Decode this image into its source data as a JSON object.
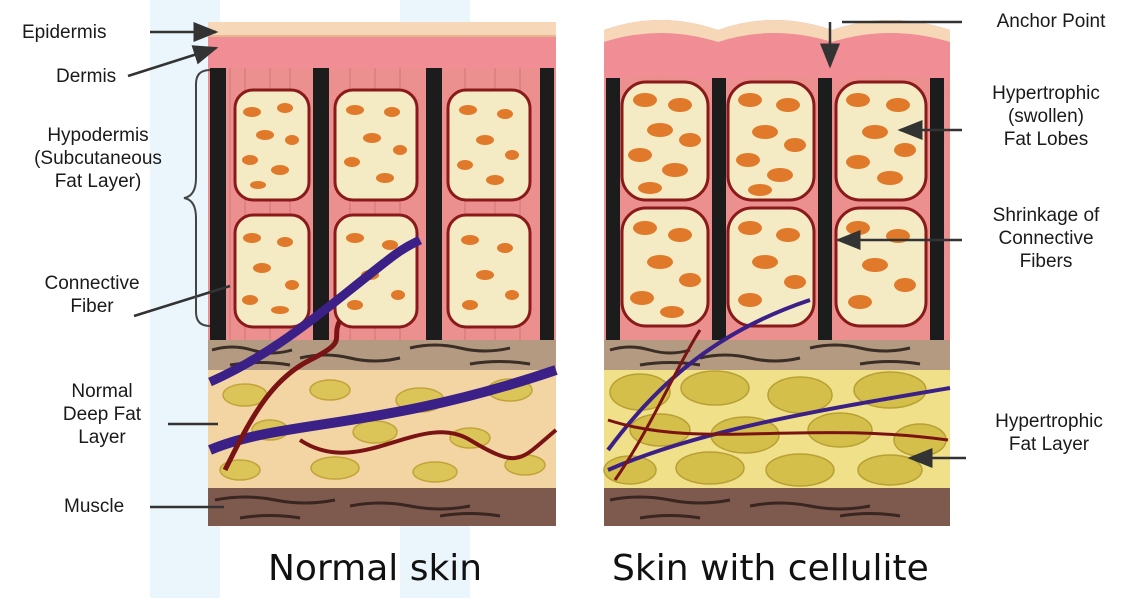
{
  "labels": {
    "epidermis": "Epidermis",
    "dermis": "Dermis",
    "hypodermis": [
      "Hypodermis",
      "(Subcutaneous",
      "Fat Layer)"
    ],
    "connective_fiber": [
      "Connective",
      "Fiber"
    ],
    "normal_deep_fat": [
      "Normal",
      "Deep Fat",
      "Layer"
    ],
    "muscle": "Muscle",
    "anchor_point": "Anchor Point",
    "hypertrophic_lobes": [
      "Hypertrophic",
      "(swollen)",
      "Fat Lobes"
    ],
    "shrinkage": [
      "Shrinkage of",
      "Connective",
      "Fibers"
    ],
    "hypertrophic_layer": [
      "Hypertrophic",
      "Fat Layer"
    ]
  },
  "captions": {
    "normal": "Normal skin",
    "cellulite": "Skin with cellulite"
  },
  "colors": {
    "epidermis": "#f7d7b8",
    "dermis": "#f29a9a",
    "hypodermis": "#e88a8c",
    "fat_lobe": "#f4eac4",
    "fat_cell": "#e07a2a",
    "septa": "#1e1e1e",
    "fiber_purple": "#3b2088",
    "fiber_red": "#7a1414",
    "deep_fat": "#f2d5a2",
    "fat_blob": "#d9c154",
    "muscle": "#7e5a4e"
  }
}
